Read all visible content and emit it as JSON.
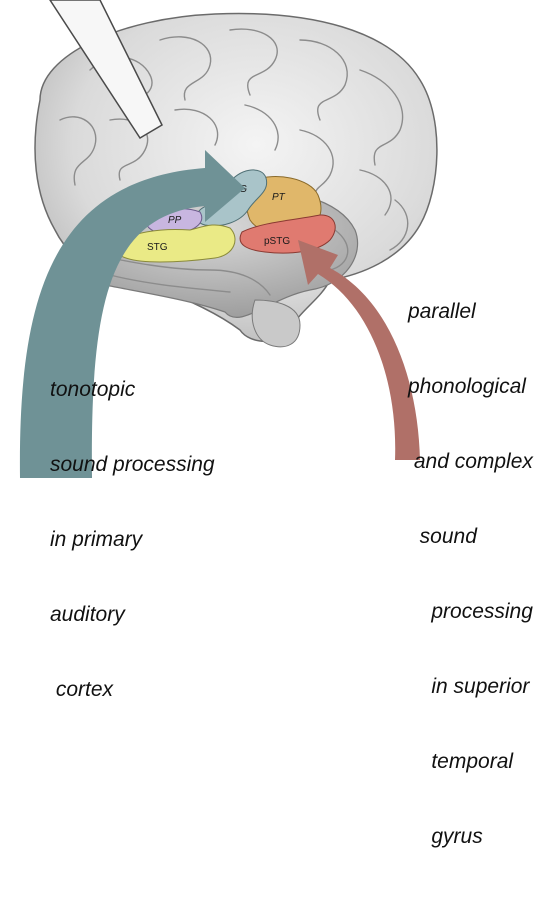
{
  "figure": {
    "regions": [
      {
        "id": "HG",
        "label": "HG",
        "color": "#a9c4c9"
      },
      {
        "id": "PT",
        "label": "PT",
        "color": "#e0b76a"
      },
      {
        "id": "PP",
        "label": "PP",
        "color": "#c8b6e0"
      },
      {
        "id": "STG",
        "label": "STG",
        "color": "#eaea86"
      },
      {
        "id": "pSTG",
        "label": "pSTG",
        "color": "#e07a70"
      }
    ],
    "left_arrow_color": "#6f9296",
    "right_arrow_color": "#b07068",
    "left_caption": [
      "tonotopic",
      "sound processing",
      "in primary",
      "auditory",
      " cortex"
    ],
    "right_caption": [
      "parallel",
      "phonological",
      " and complex",
      "  sound",
      "    processing",
      "    in superior",
      "    temporal",
      "    gyrus"
    ]
  }
}
